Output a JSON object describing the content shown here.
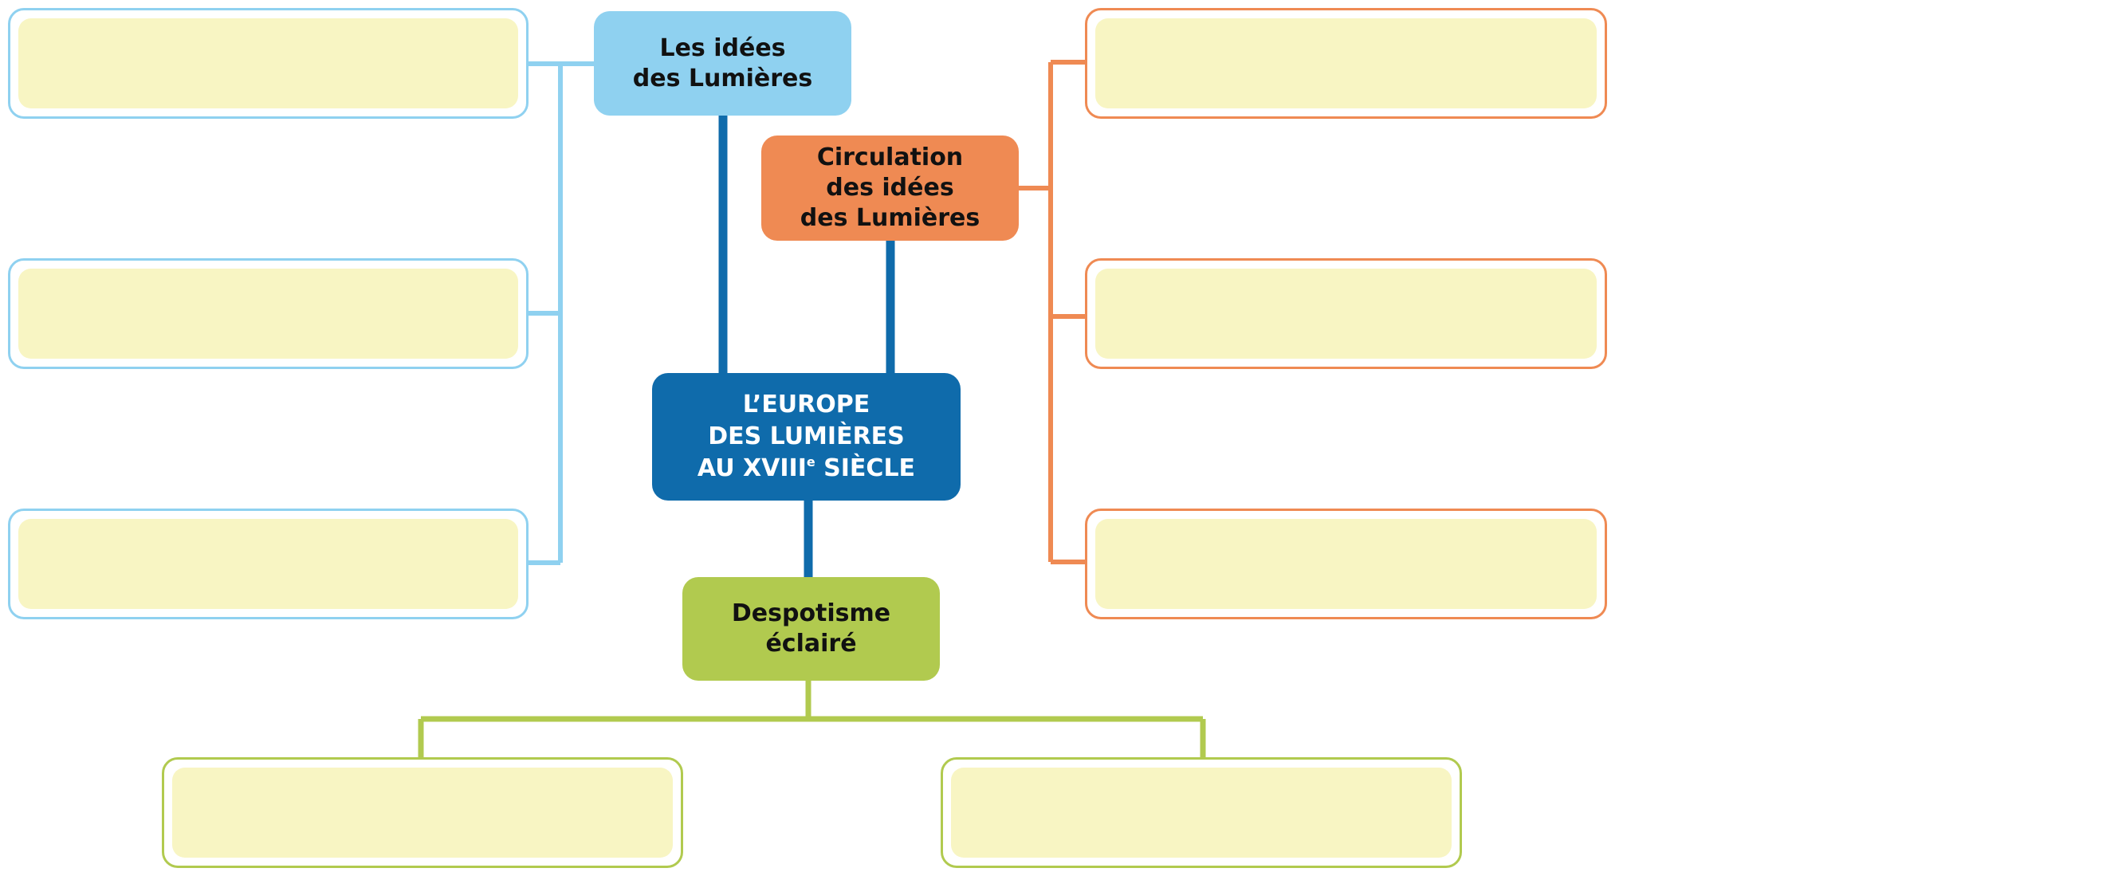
{
  "colors": {
    "idees": "#8fd1f0",
    "circulation": "#ef8a53",
    "europe": "#0f6bab",
    "despotisme": "#b1ca4f",
    "box_fill": "#f8f5c3"
  },
  "nodes": {
    "idees": {
      "line1": "Les idées",
      "line2": "des Lumières"
    },
    "circulation": {
      "line1": "Circulation",
      "line2": "des idées",
      "line3": "des Lumières"
    },
    "europe": {
      "line1": "L’EUROPE",
      "line2": "DES LUMIÈRES",
      "line3_pre": "AU XVIII",
      "line3_sup": "e",
      "line3_post": " SIÈCLE"
    },
    "despotisme": {
      "line1": "Despotisme",
      "line2": "éclairé"
    }
  },
  "answer_boxes": {
    "idees": [
      "",
      "",
      ""
    ],
    "circulation": [
      "",
      "",
      ""
    ],
    "despotisme": [
      "",
      ""
    ]
  }
}
